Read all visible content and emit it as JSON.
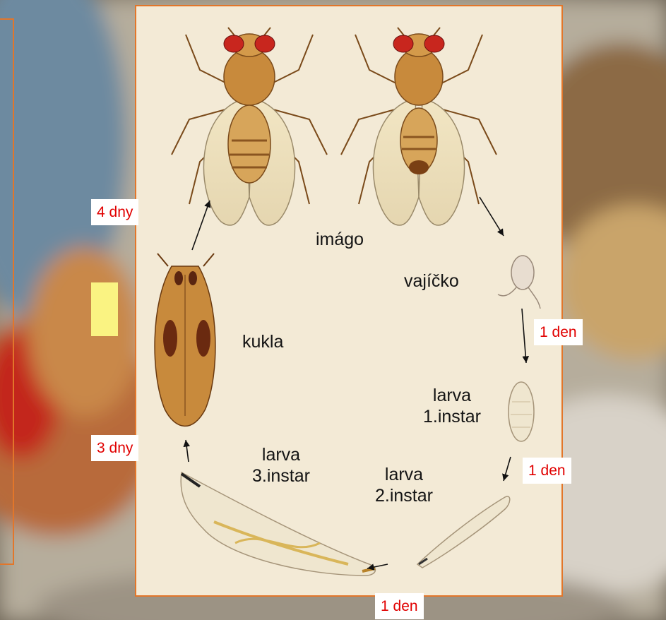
{
  "stages": {
    "imago": "imágo",
    "egg": "vajíčko",
    "pupa": "kukla",
    "larva1_line1": "larva",
    "larva1_line2": "1.instar",
    "larva2_line1": "larva",
    "larva2_line2": "2.instar",
    "larva3_line1": "larva",
    "larva3_line2": "3.instar"
  },
  "durations": {
    "pupa_to_imago": "4 dny",
    "egg_to_larva1": "1 den",
    "larva1_to_larva2": "1 den",
    "larva2_to_larva3": "1 den",
    "larva3_to_pupa": "3 dny"
  },
  "colors": {
    "frame_border": "#e2762a",
    "duration_text": "#e10000",
    "panel_background": "#f3ead6",
    "sticky_note": "#ffff88"
  }
}
